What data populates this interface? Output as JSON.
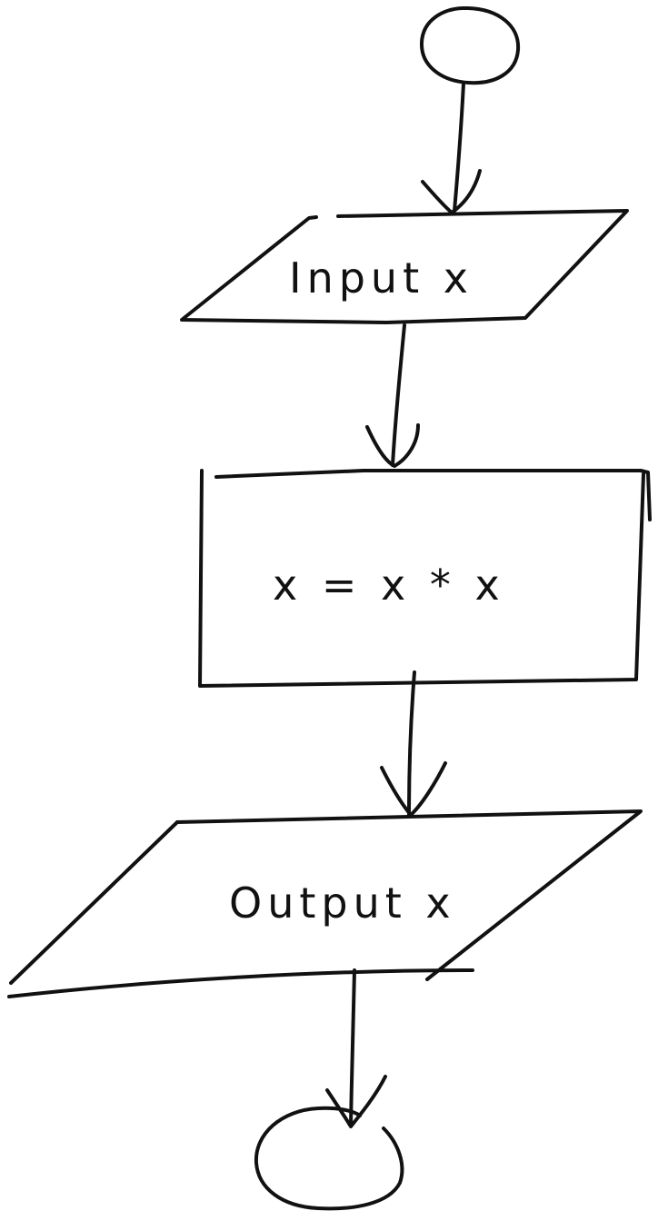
{
  "diagram": {
    "nodes": [
      {
        "id": "start",
        "type": "terminal",
        "label": ""
      },
      {
        "id": "input",
        "type": "io",
        "label": "Input x"
      },
      {
        "id": "process",
        "type": "process",
        "label": "x = x * x"
      },
      {
        "id": "output",
        "type": "io",
        "label": "Output x"
      },
      {
        "id": "end",
        "type": "terminal",
        "label": ""
      }
    ],
    "edges": [
      {
        "from": "start",
        "to": "input"
      },
      {
        "from": "input",
        "to": "process"
      },
      {
        "from": "process",
        "to": "output"
      },
      {
        "from": "output",
        "to": "end"
      }
    ],
    "colors": {
      "ink": "#111111",
      "background": "#ffffff"
    }
  }
}
